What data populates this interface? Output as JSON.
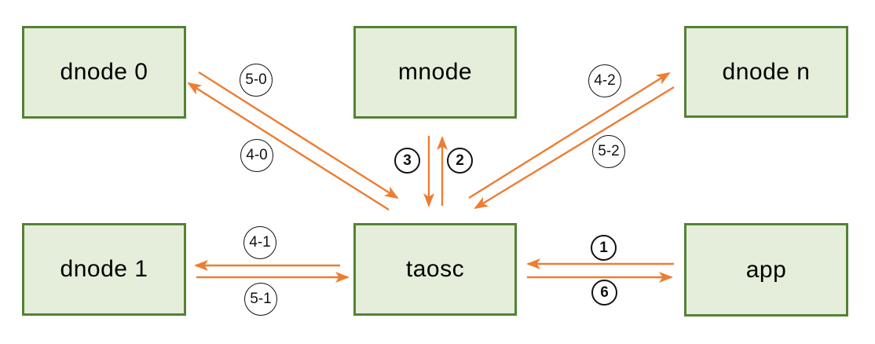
{
  "diagram": {
    "nodes": {
      "dnode0": {
        "label": "dnode 0"
      },
      "mnode": {
        "label": "mnode"
      },
      "dnoden": {
        "label": "dnode n"
      },
      "dnode1": {
        "label": "dnode 1"
      },
      "taosc": {
        "label": "taosc"
      },
      "app": {
        "label": "app"
      }
    },
    "edges": {
      "e1": {
        "label": "1",
        "from": "app",
        "to": "taosc"
      },
      "e2": {
        "label": "2",
        "from": "taosc",
        "to": "mnode"
      },
      "e3": {
        "label": "3",
        "from": "mnode",
        "to": "taosc"
      },
      "e40": {
        "label": "4-0",
        "from": "taosc",
        "to": "dnode 0"
      },
      "e50": {
        "label": "5-0",
        "from": "dnode 0",
        "to": "taosc"
      },
      "e41": {
        "label": "4-1",
        "from": "taosc",
        "to": "dnode 1"
      },
      "e51": {
        "label": "5-1",
        "from": "dnode 1",
        "to": "taosc"
      },
      "e42": {
        "label": "4-2",
        "from": "taosc",
        "to": "dnode n"
      },
      "e52": {
        "label": "5-2",
        "from": "dnode n",
        "to": "taosc"
      },
      "e6": {
        "label": "6",
        "from": "taosc",
        "to": "app"
      }
    },
    "colors": {
      "node_fill": "#e4eeda",
      "node_border": "#548235",
      "arrow": "#ed7d31",
      "circle_border": "#111111",
      "text": "#000000"
    }
  }
}
